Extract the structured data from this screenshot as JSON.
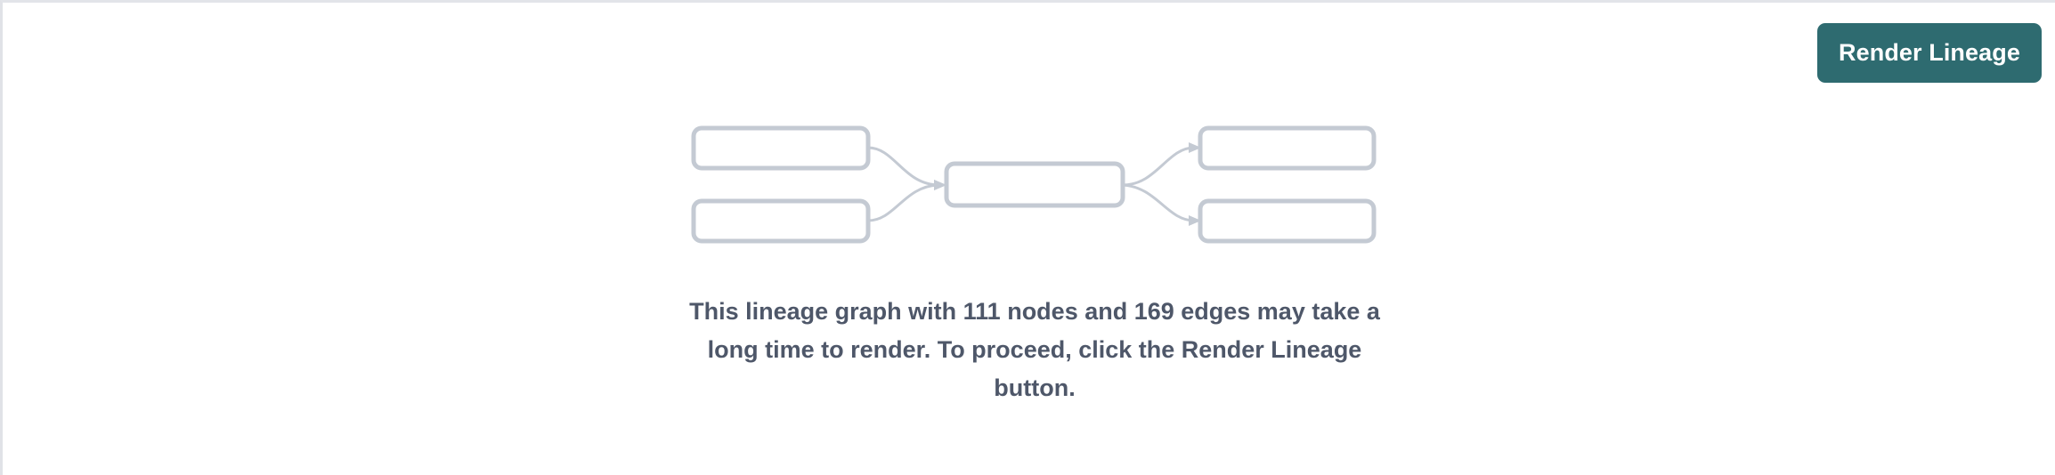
{
  "panel": {
    "name": "lineage-placeholder-panel",
    "background_color": "#ffffff",
    "border_color": "#e2e4e9"
  },
  "toolbar": {
    "render_lineage_label": "Render Lineage",
    "button_color": "#2e6b70",
    "button_text_color": "#ffffff"
  },
  "placeholder_graph": {
    "description": "lineage-graph-placeholder-diagram",
    "node_stroke_color": "#c4cad3",
    "node_fill_color": "#ffffff",
    "edge_color": "#c4cad3",
    "nodes": [
      {
        "id": "left-top",
        "label": ""
      },
      {
        "id": "left-bottom",
        "label": ""
      },
      {
        "id": "center",
        "label": ""
      },
      {
        "id": "right-top",
        "label": ""
      },
      {
        "id": "right-bottom",
        "label": ""
      }
    ],
    "edges": [
      {
        "from": "left-top",
        "to": "center"
      },
      {
        "from": "left-bottom",
        "to": "center"
      },
      {
        "from": "center",
        "to": "right-top"
      },
      {
        "from": "center",
        "to": "right-bottom"
      }
    ]
  },
  "message": {
    "text": "This lineage graph with 111 nodes and 169 edges may take a long time to render. To proceed, click the Render Lineage button.",
    "node_count": 111,
    "edge_count": 169,
    "text_color": "#4e5769"
  }
}
